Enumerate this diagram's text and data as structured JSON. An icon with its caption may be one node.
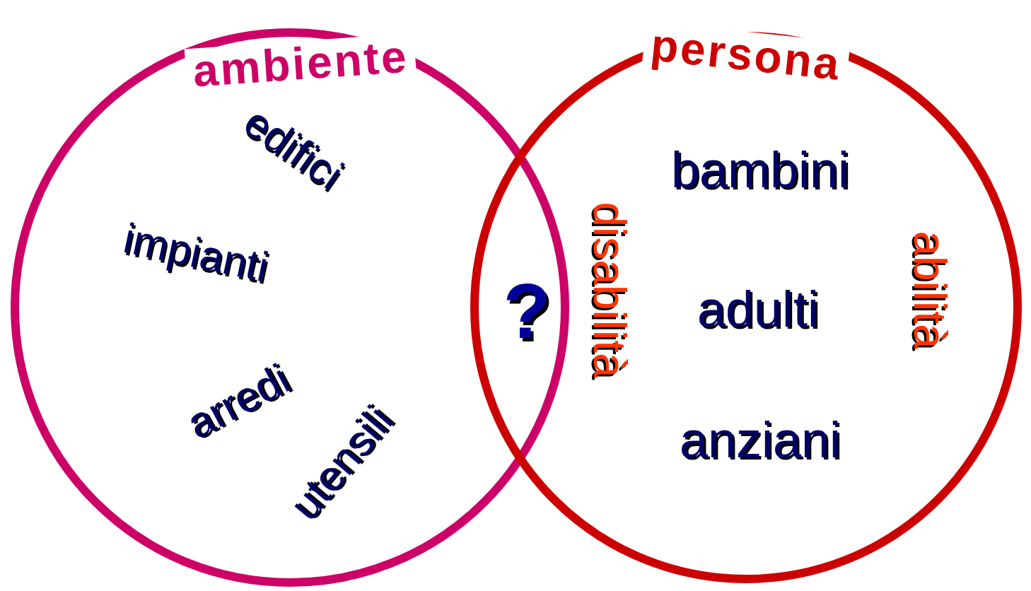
{
  "diagram": {
    "nodes": [
      {
        "text": [
          "ambiente",
          "edifici",
          "impianti",
          "arredi",
          "utensili"
        ]
      },
      {
        "text": [
          "persona",
          "bambini",
          "adulti",
          "anziani",
          "disabilità",
          "abilità"
        ]
      }
    ],
    "labels": [
      "?"
    ]
  }
}
